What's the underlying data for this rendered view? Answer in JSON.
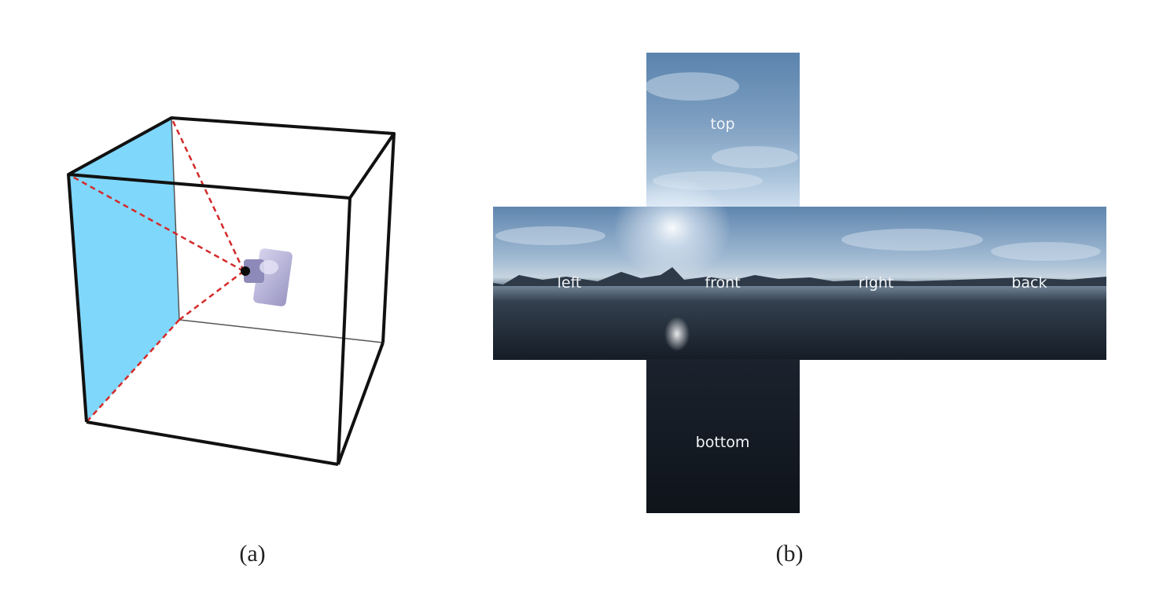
{
  "panels": {
    "a": {
      "caption": "(a)"
    },
    "b": {
      "caption": "(b)"
    }
  },
  "cubemap": {
    "faces": {
      "top": "top",
      "left": "left",
      "front": "front",
      "right": "right",
      "back": "back",
      "bottom": "bottom"
    }
  },
  "colors": {
    "cube_edge": "#111111",
    "highlight_face": "#7fd7fb",
    "frustum_lines": "#d42a2a",
    "camera_body": "#b9b5d8",
    "sky": "#4f7fac",
    "horizon": "#c8d7e6",
    "water": "#1b2430",
    "bottom_face": "#121821"
  },
  "icons": {
    "camera": "camera-icon"
  }
}
